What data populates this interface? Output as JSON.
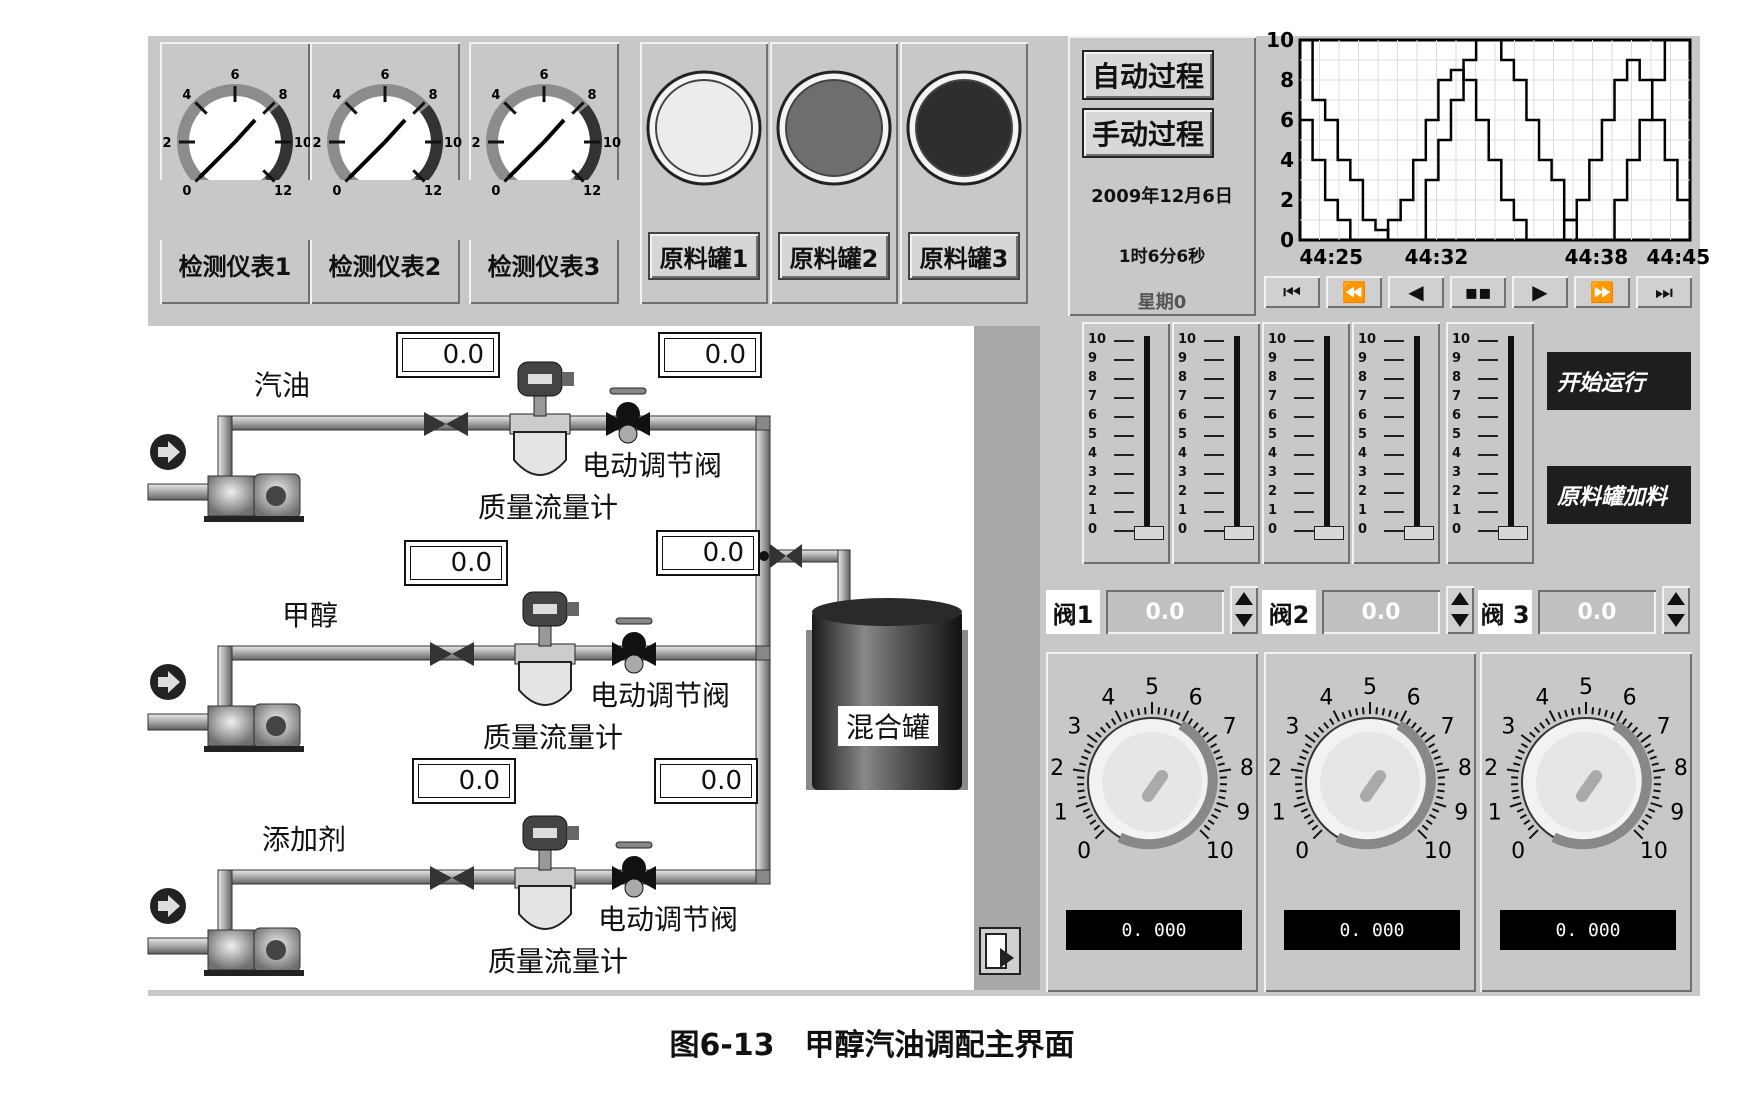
{
  "gauges": [
    {
      "label": "检测仪表1",
      "ticks": [
        "0",
        "2",
        "4",
        "6",
        "8",
        "10",
        "12"
      ],
      "value": 0
    },
    {
      "label": "检测仪表2",
      "ticks": [
        "0",
        "2",
        "4",
        "6",
        "8",
        "10",
        "12"
      ],
      "value": 0
    },
    {
      "label": "检测仪表3",
      "ticks": [
        "0",
        "2",
        "4",
        "6",
        "8",
        "10",
        "12"
      ],
      "value": 0
    }
  ],
  "tanks": [
    {
      "label": "原料罐1",
      "color": "#ececec"
    },
    {
      "label": "原料罐2",
      "color": "#6e6e6e"
    },
    {
      "label": "原料罐3",
      "color": "#2e2e2e"
    }
  ],
  "controls": {
    "auto_button": "自动过程",
    "manual_button": "手动过程",
    "date": "2009年12月6日",
    "time": "1时6分6秒",
    "weekday": "星期0"
  },
  "chart_data": {
    "type": "line",
    "y_ticks": [
      "0",
      "2",
      "4",
      "6",
      "8",
      "10"
    ],
    "ylim": [
      0,
      10
    ],
    "x_ticks": [
      "44:25",
      "44:32",
      "44:38",
      "44:45"
    ],
    "grid": true,
    "series": [
      {
        "values": [
          10,
          7,
          6,
          4,
          3,
          1,
          0.5,
          0,
          0,
          0,
          3,
          5,
          7,
          9,
          10,
          10,
          9,
          8,
          6,
          4,
          3,
          1,
          0,
          0,
          0,
          2,
          4,
          6,
          8,
          10,
          10,
          9
        ]
      },
      {
        "values": [
          6,
          4,
          2,
          1,
          0,
          0,
          0,
          1,
          2,
          4,
          6,
          8,
          8.5,
          8,
          6,
          4,
          2,
          1,
          0,
          0,
          0,
          1,
          2,
          4,
          6,
          8,
          9,
          8,
          6,
          4,
          2,
          1
        ]
      }
    ]
  },
  "nav_buttons": [
    "first",
    "fast-back",
    "back",
    "pause",
    "forward",
    "fast-forward",
    "last"
  ],
  "sliders": {
    "ticks": [
      "10",
      "9",
      "8",
      "7",
      "6",
      "5",
      "4",
      "3",
      "2",
      "1",
      "0"
    ],
    "values": [
      0,
      0,
      0,
      0,
      0
    ]
  },
  "run_buttons": [
    "开始运行",
    "原料罐加料"
  ],
  "valves": [
    {
      "label": "阀1",
      "value": "0.0"
    },
    {
      "label": "阀2",
      "value": "0.0"
    },
    {
      "label": "阀 3",
      "value": "0.0"
    }
  ],
  "knobs": {
    "ticks": [
      "0",
      "1",
      "2",
      "3",
      "4",
      "5",
      "6",
      "7",
      "8",
      "9",
      "10"
    ],
    "readouts": [
      "0. 000",
      "0. 000",
      "0. 000"
    ]
  },
  "process": {
    "lines": [
      {
        "name": "汽油",
        "flow_meter": "质量流量计",
        "valve": "电动调节阀",
        "reading_left": "0.0",
        "reading_right": "0.0"
      },
      {
        "name": "甲醇",
        "flow_meter": "质量流量计",
        "valve": "电动调节阀",
        "reading_left": "0.0",
        "reading_right": "0.0"
      },
      {
        "name": "添加剂",
        "flow_meter": "质量流量计",
        "valve": "电动调节阀",
        "reading_left": "0.0",
        "reading_right": "0.0"
      }
    ],
    "mixer_label": "混合罐"
  },
  "caption": "图6-13　甲醇汽油调配主界面"
}
